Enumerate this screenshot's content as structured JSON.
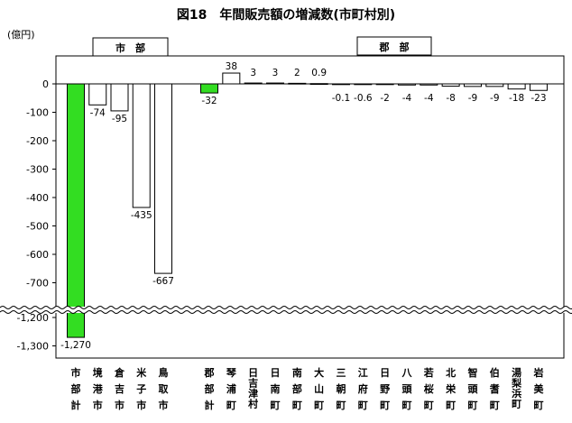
{
  "chart_data": {
    "type": "bar",
    "title": "図18　年間販売額の増減数(市町村別)",
    "unit_label": "(億円)",
    "group_labels": {
      "city": "市　部",
      "county": "郡　部"
    },
    "yticks": [
      "0",
      "-100",
      "-200",
      "-300",
      "-400",
      "-500",
      "-600",
      "-700",
      "-1,200",
      "-1,300"
    ],
    "axis_break": {
      "from": -1150,
      "to": -750
    },
    "ylim": [
      -1300,
      50
    ],
    "categories": [
      [
        "市",
        "部",
        "計"
      ],
      [
        "境",
        "港",
        "市"
      ],
      [
        "倉",
        "吉",
        "市"
      ],
      [
        "米",
        "子",
        "市"
      ],
      [
        "鳥",
        "取",
        "市"
      ],
      [
        "郡",
        "部",
        "計"
      ],
      [
        "琴",
        "浦",
        "町"
      ],
      [
        "日",
        "吉",
        "津",
        "村"
      ],
      [
        "日",
        "南",
        "町"
      ],
      [
        "南",
        "部",
        "町"
      ],
      [
        "大",
        "山",
        "町"
      ],
      [
        "三",
        "朝",
        "町"
      ],
      [
        "江",
        "府",
        "町"
      ],
      [
        "日",
        "野",
        "町"
      ],
      [
        "八",
        "頭",
        "町"
      ],
      [
        "若",
        "桜",
        "町"
      ],
      [
        "北",
        "栄",
        "町"
      ],
      [
        "智",
        "頭",
        "町"
      ],
      [
        "伯",
        "耆",
        "町"
      ],
      [
        "湯",
        "梨",
        "浜",
        "町"
      ],
      [
        "岩",
        "美",
        "町"
      ]
    ],
    "values": [
      -1270,
      -74,
      -95,
      -435,
      -667,
      -32,
      38,
      3,
      3,
      2,
      0.9,
      -0.1,
      -0.6,
      -2,
      -4,
      -4,
      -8,
      -9,
      -9,
      -18,
      -23
    ],
    "data_labels": [
      "-1,270",
      "-74",
      "-95",
      "-435",
      "-667",
      "-32",
      "38",
      "3",
      "3",
      "2",
      "0.9",
      "-0.1",
      "-0.6",
      "-2",
      "-4",
      "-4",
      "-8",
      "-9",
      "-9",
      "-18",
      "-23"
    ],
    "highlight": [
      true,
      false,
      false,
      false,
      false,
      true,
      false,
      false,
      false,
      false,
      false,
      false,
      false,
      false,
      false,
      false,
      false,
      false,
      false,
      false,
      false
    ],
    "colors": {
      "highlight": "#33dd22",
      "normal": "#ffffff",
      "stroke": "#000000"
    }
  }
}
